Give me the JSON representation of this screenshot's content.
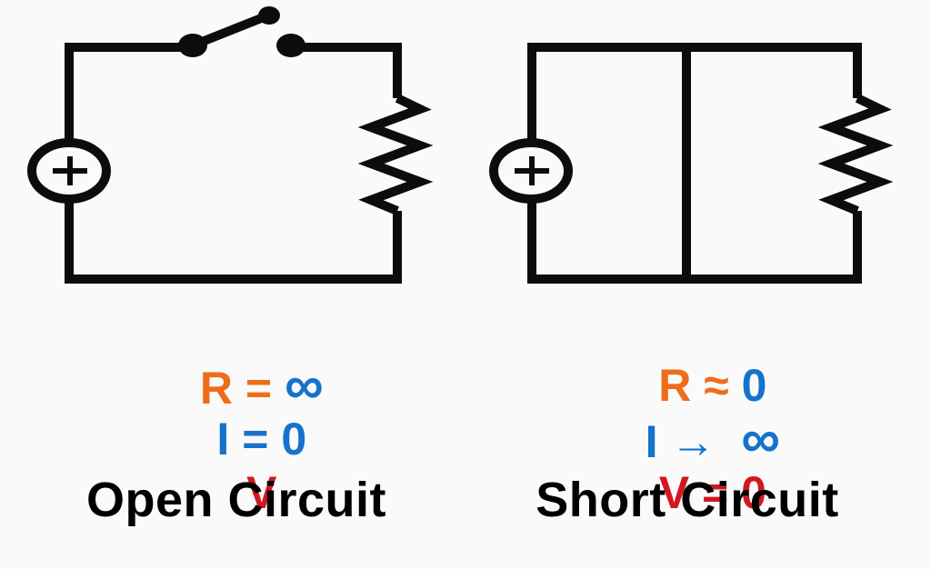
{
  "colors": {
    "resistance": "#ef6c1a",
    "current": "#1673cc",
    "voltage": "#d0191e",
    "wire": "#0c0c0c",
    "title": "#0c0c0c",
    "background": "#fafafa"
  },
  "open_circuit": {
    "title": "Open Circuit",
    "components": [
      "voltage-source",
      "open-switch",
      "resistor"
    ],
    "source_symbol": "+",
    "equations": {
      "resistance": {
        "var": "R",
        "op": "=",
        "value": "∞"
      },
      "current": {
        "var": "I",
        "op": "=",
        "value": "0"
      },
      "voltage": {
        "var": "V",
        "op": "",
        "value": ""
      }
    }
  },
  "short_circuit": {
    "title": "Short Circuit",
    "components": [
      "voltage-source",
      "short-wire",
      "resistor"
    ],
    "source_symbol": "+",
    "equations": {
      "resistance": {
        "var": "R",
        "op": "≈",
        "value": "0"
      },
      "current": {
        "var": "I",
        "op": "→",
        "value": "∞"
      },
      "voltage": {
        "var": "V",
        "op": "=",
        "value": "0"
      }
    }
  }
}
